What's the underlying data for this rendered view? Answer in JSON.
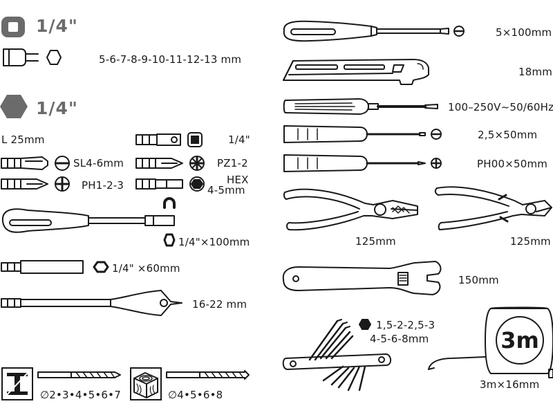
{
  "left": {
    "drive_square": "1/4\"",
    "sockets_sizes": "5-6-7-8-9-10-11-12-13 mm",
    "drive_hex": "1/4\"",
    "bit_length": "L 25mm",
    "adapter_size": "1/4\"",
    "bit_sl": "SL4-6mm",
    "bit_pz": "PZ1-2",
    "bit_ph": "PH1-2-3",
    "bit_hex_label": "HEX",
    "bit_hex_size": "4-5mm",
    "extension_size": "1/4\"×100mm",
    "holder_size": "1/4\" ×60mm",
    "spade_size": "16-22 mm",
    "drill_metal_sizes": "∅2•3•4•5•6•7",
    "drill_wood_sizes": "∅4•5•6•8"
  },
  "right": {
    "screwdriver_size": "5×100mm",
    "knife_size": "18mm",
    "tester_spec": "100–250V~50/60Hz",
    "precision_slot_size": "2,5×50mm",
    "precision_ph_size": "PH00×50mm",
    "pliers_size": "125mm",
    "cutters_size": "125mm",
    "wrench_size": "150mm",
    "hex_keys_sizes_1": "1,5-2-2,5-3",
    "hex_keys_sizes_2": "4-5-6-8mm",
    "tape_badge": "3m",
    "tape_size": "3m×16mm"
  },
  "icon_colors": {
    "drive_badge": "#6b6b6b",
    "line": "#1a1a1a"
  }
}
